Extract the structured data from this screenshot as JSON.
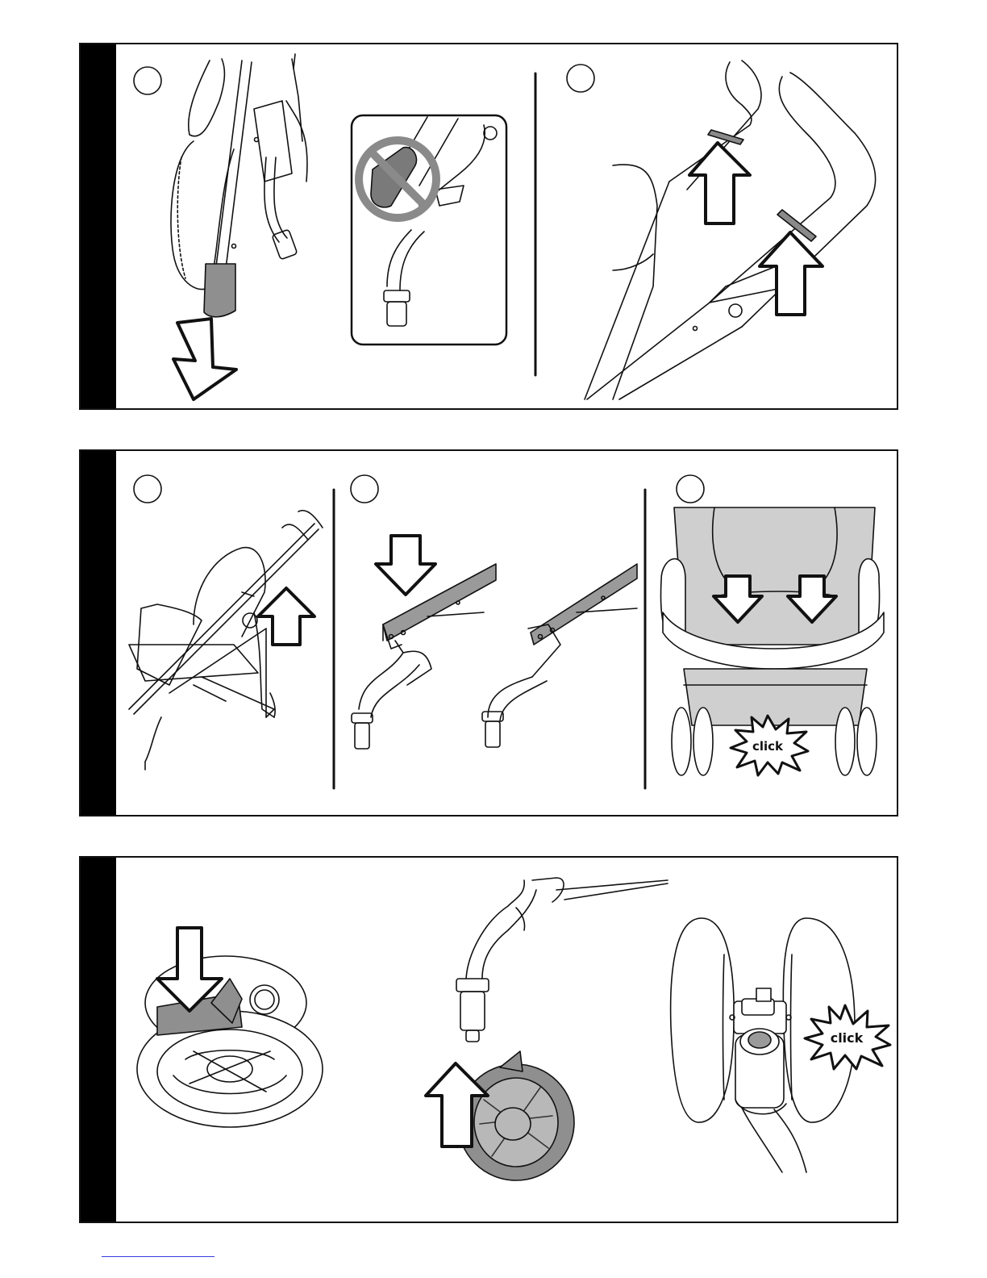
{
  "colors": {
    "ink": "#111111",
    "fill_gray": "#9a9a9a",
    "light_gray": "#cfcfcf",
    "bg": "#ffffff"
  },
  "panels": [
    {
      "id": "panel-1",
      "steps": 2,
      "labels": []
    },
    {
      "id": "panel-2",
      "steps": 3,
      "labels": []
    },
    {
      "id": "panel-3",
      "steps": 0,
      "labels": []
    }
  ],
  "click_labels": [
    "click",
    "click"
  ],
  "icons": [
    "down-arrow-icon",
    "up-arrow-icon",
    "prohibited-icon",
    "click-burst-icon",
    "step-circle-icon"
  ]
}
